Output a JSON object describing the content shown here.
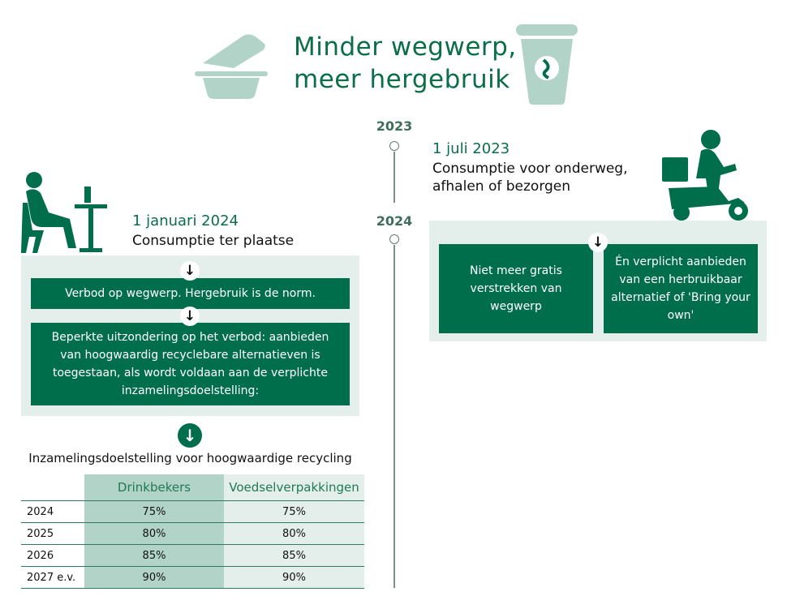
{
  "title": {
    "line1": "Minder wegwerp,",
    "line2": "meer hergebruik"
  },
  "timeline": {
    "year1": "2023",
    "year2": "2024"
  },
  "takeaway": {
    "date": "1 juli 2023",
    "line1": "Consumptie voor onderweg,",
    "line2": "afhalen of bezorgen",
    "box1": "Niet meer gratis verstrekken van wegwerp",
    "box2": "Én verplicht aanbieden van een herbruikbaar alternatief of 'Bring your own'"
  },
  "onsite": {
    "date": "1 januari 2024",
    "line1": "Consumptie ter plaatse",
    "box1": "Verbod op wegwerp. Hergebruik is de norm.",
    "box2": "Beperkte uitzondering op het verbod: aanbieden van hoogwaardig recyclebare alternatieven is toegestaan, als wordt voldaan aan de verplichte inzamelingsdoelstelling:"
  },
  "arrow_glyph": "↓",
  "table": {
    "caption": "Inzamelingsdoelstelling voor hoogwaardige recycling",
    "headers": [
      "",
      "Drinkbekers",
      "Voedselverpakkingen"
    ],
    "rows": [
      [
        "2024",
        "75%",
        "75%"
      ],
      [
        "2025",
        "80%",
        "80%"
      ],
      [
        "2026",
        "85%",
        "85%"
      ],
      [
        "2027 e.v.",
        "90%",
        "90%"
      ]
    ]
  },
  "colors": {
    "dark_green": "#006e4a",
    "light_panel": "#e4eeea",
    "mid_green": "#b2d3c8"
  }
}
